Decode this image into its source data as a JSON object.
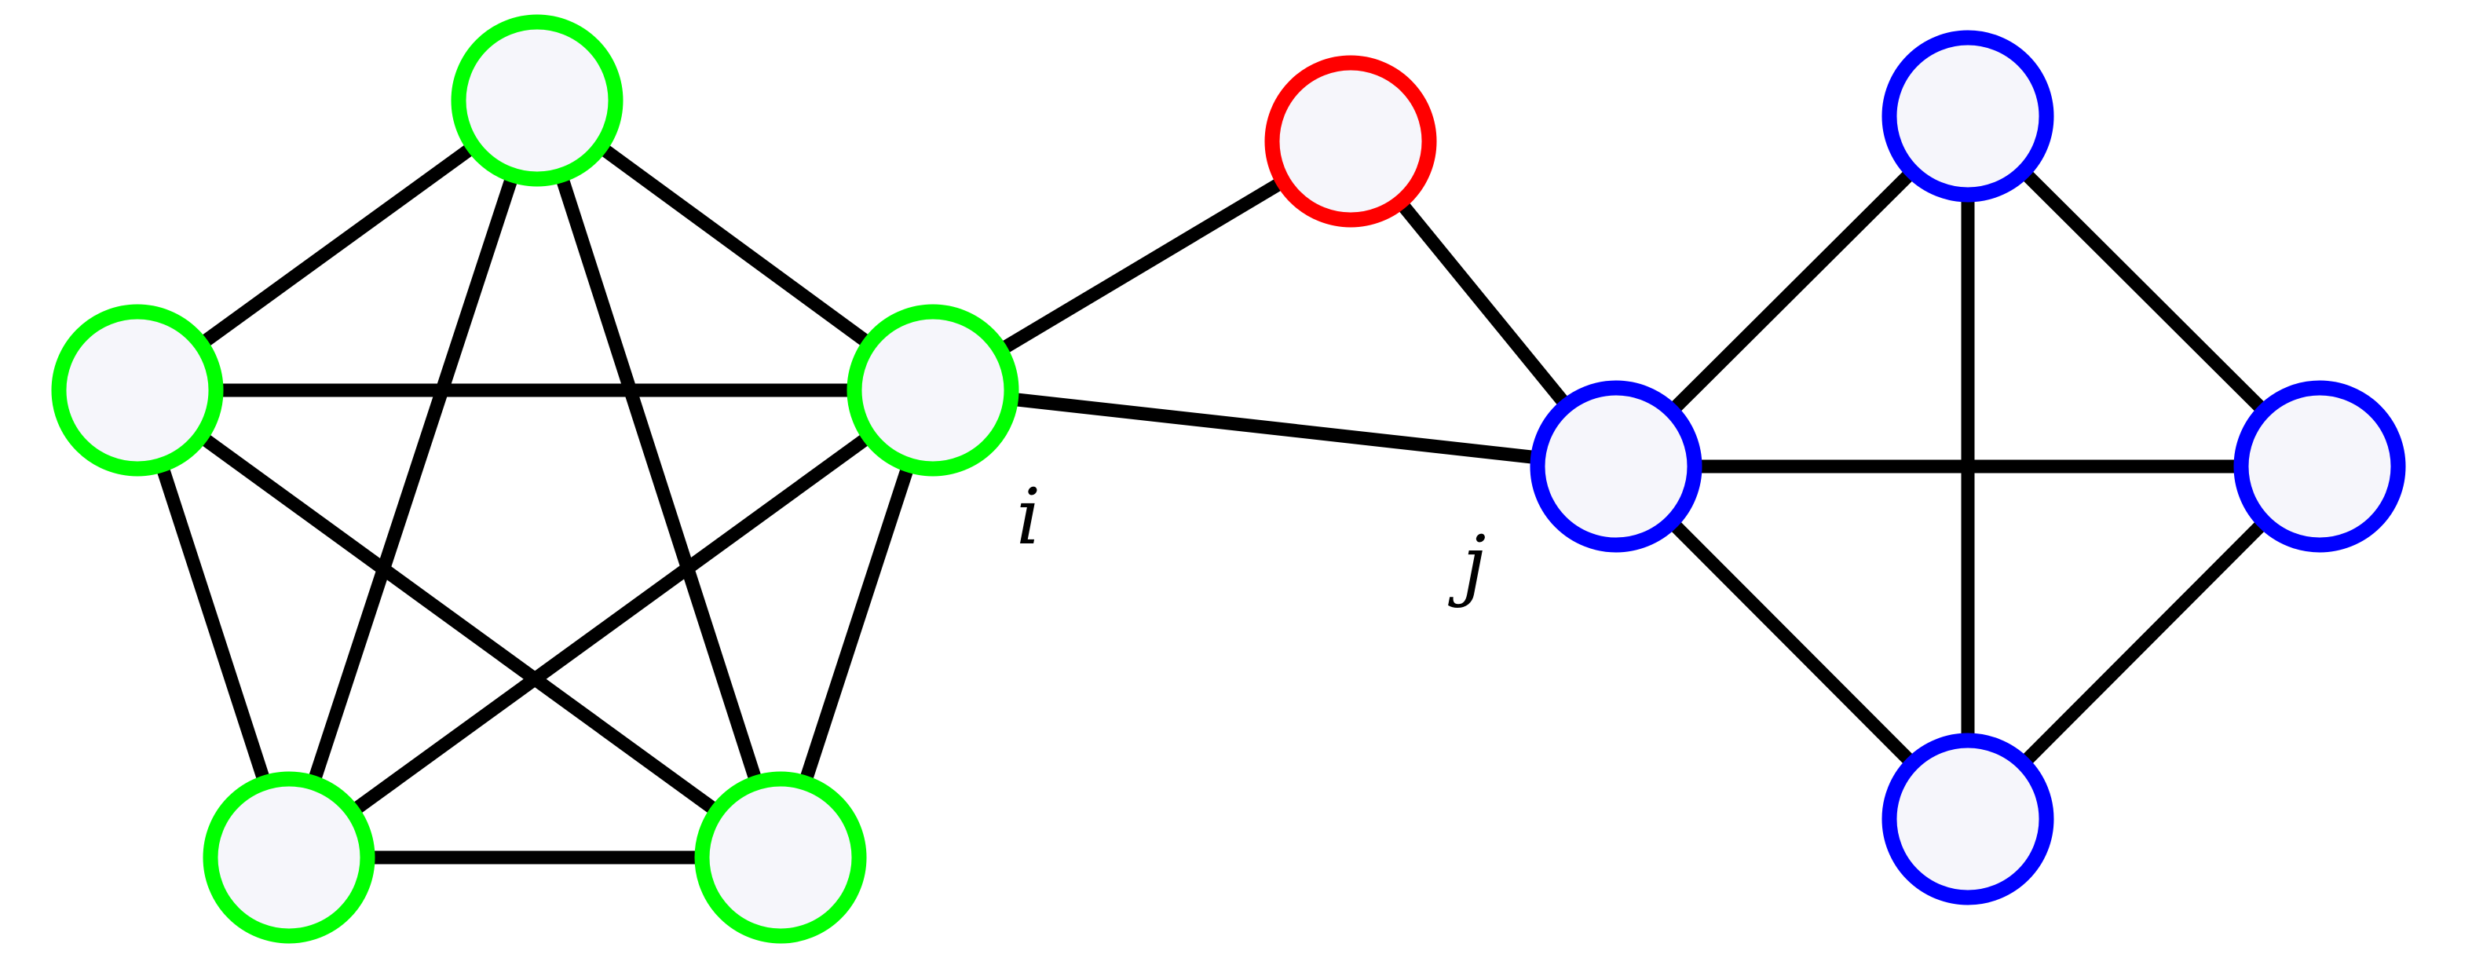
{
  "colors": {
    "background": "#ffffff",
    "node_fill": "#f6f6fb",
    "edge": "#000000",
    "community_green": "#00ff00",
    "community_red": "#ff0000",
    "community_blue": "#0000ff"
  },
  "nodes": [
    {
      "id": "g_top",
      "color": "community_green",
      "label": ""
    },
    {
      "id": "g_left",
      "color": "community_green",
      "label": ""
    },
    {
      "id": "g_right",
      "color": "community_green",
      "label": "i"
    },
    {
      "id": "g_bottom_left",
      "color": "community_green",
      "label": ""
    },
    {
      "id": "g_bottom_right",
      "color": "community_green",
      "label": ""
    },
    {
      "id": "r_mid",
      "color": "community_red",
      "label": ""
    },
    {
      "id": "b_left",
      "color": "community_blue",
      "label": "j"
    },
    {
      "id": "b_top",
      "color": "community_blue",
      "label": ""
    },
    {
      "id": "b_right",
      "color": "community_blue",
      "label": ""
    },
    {
      "id": "b_bottom",
      "color": "community_blue",
      "label": ""
    }
  ],
  "edges": [
    [
      "g_top",
      "g_left"
    ],
    [
      "g_top",
      "g_right"
    ],
    [
      "g_top",
      "g_bottom_left"
    ],
    [
      "g_top",
      "g_bottom_right"
    ],
    [
      "g_left",
      "g_right"
    ],
    [
      "g_left",
      "g_bottom_left"
    ],
    [
      "g_left",
      "g_bottom_right"
    ],
    [
      "g_right",
      "g_bottom_left"
    ],
    [
      "g_right",
      "g_bottom_right"
    ],
    [
      "g_bottom_left",
      "g_bottom_right"
    ],
    [
      "g_right",
      "r_mid"
    ],
    [
      "g_right",
      "b_left"
    ],
    [
      "r_mid",
      "b_left"
    ],
    [
      "b_left",
      "b_top"
    ],
    [
      "b_left",
      "b_right"
    ],
    [
      "b_left",
      "b_bottom"
    ],
    [
      "b_top",
      "b_right"
    ],
    [
      "b_top",
      "b_bottom"
    ],
    [
      "b_right",
      "b_bottom"
    ]
  ]
}
